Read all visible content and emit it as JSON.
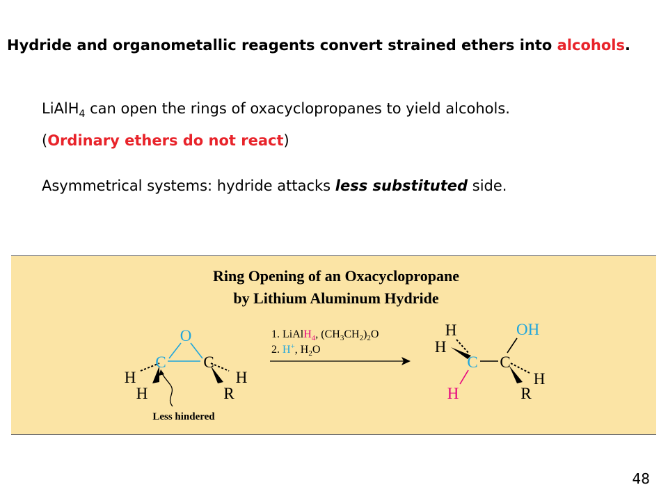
{
  "heading": {
    "text_before": "Hydride and organometallic reagents convert strained ethers into ",
    "highlight": "alcohols",
    "text_after": "."
  },
  "line1": {
    "pre": "LiAlH",
    "sub": "4",
    "post": " can open the rings of oxacyclopropanes to yield alcohols."
  },
  "line2": {
    "open": "(",
    "highlight": "Ordinary ethers do not react",
    "close": ")"
  },
  "line3": {
    "pre": "Asymmetrical systems: hydride attacks ",
    "emph": "less substituted",
    "post": " side."
  },
  "panel": {
    "title_line1": "Ring Opening of an Oxacyclopropane",
    "title_line2": "by Lithium Aluminum Hydride",
    "reactant": {
      "O": "O",
      "C_left": "C",
      "C_right": "C",
      "H_left": "H",
      "H_down": "H",
      "H_right": "H",
      "R": "R"
    },
    "note": "Less hindered",
    "conditions": {
      "step1_num": "1. ",
      "step1_li": "LiAl",
      "step1_h4": "H",
      "step1_h4_sub": "4",
      "step1_rest": ", (CH",
      "s1": "3",
      "step1_ch2": "CH",
      "s2": "2",
      "step1_paren": ")",
      "s3": "2",
      "step1_o": "O",
      "step2_num": "2. ",
      "step2_h": "H",
      "step2_plus": "+",
      "step2_rest": ", H",
      "s4": "2",
      "step2_o": "O"
    },
    "product": {
      "H_top": "H",
      "H_left": "H",
      "H_bottom": "H",
      "C_left": "C",
      "C_right": "C",
      "OH": "OH",
      "H_right": "H",
      "R": "R"
    },
    "colors": {
      "background": "#fbe4a5",
      "cyan": "#1ea5dc",
      "magenta": "#e6007e",
      "black": "#000000"
    }
  },
  "page_number": "48"
}
